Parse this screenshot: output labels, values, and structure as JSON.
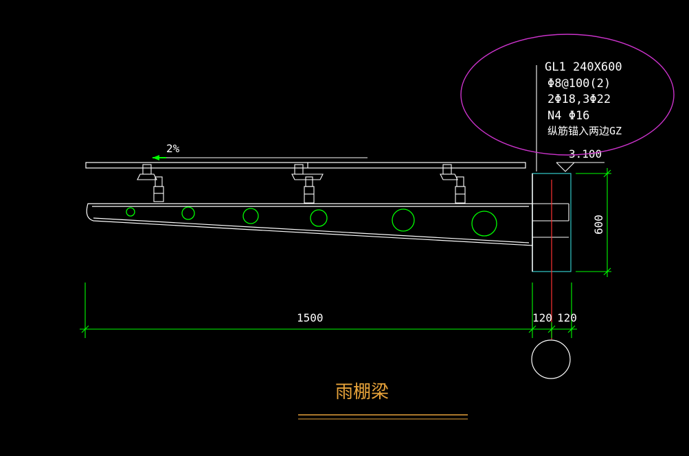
{
  "colors": {
    "background": "#000000",
    "outline": "#ffffff",
    "dimension": "#00ff00",
    "ellipse": "#cc33cc",
    "axis_red": "#ff3333",
    "column_cyan": "#33cccc",
    "title_orange": "#e8a33a"
  },
  "annotation": {
    "beam_id": "GL1 240X600",
    "stirrup": "Φ8@100(2)",
    "main_bars": "2Φ18,3Φ22",
    "side_bars": "N4 Φ16",
    "note": "纵筋锚入两边GZ"
  },
  "slope_label": "2%",
  "elevation_label": "3.100",
  "dimensions": {
    "height": "600",
    "span": "1500",
    "left_offset": "120",
    "right_offset": "120"
  },
  "title": "雨棚梁",
  "circle_count": 6,
  "bracket_count": 3
}
